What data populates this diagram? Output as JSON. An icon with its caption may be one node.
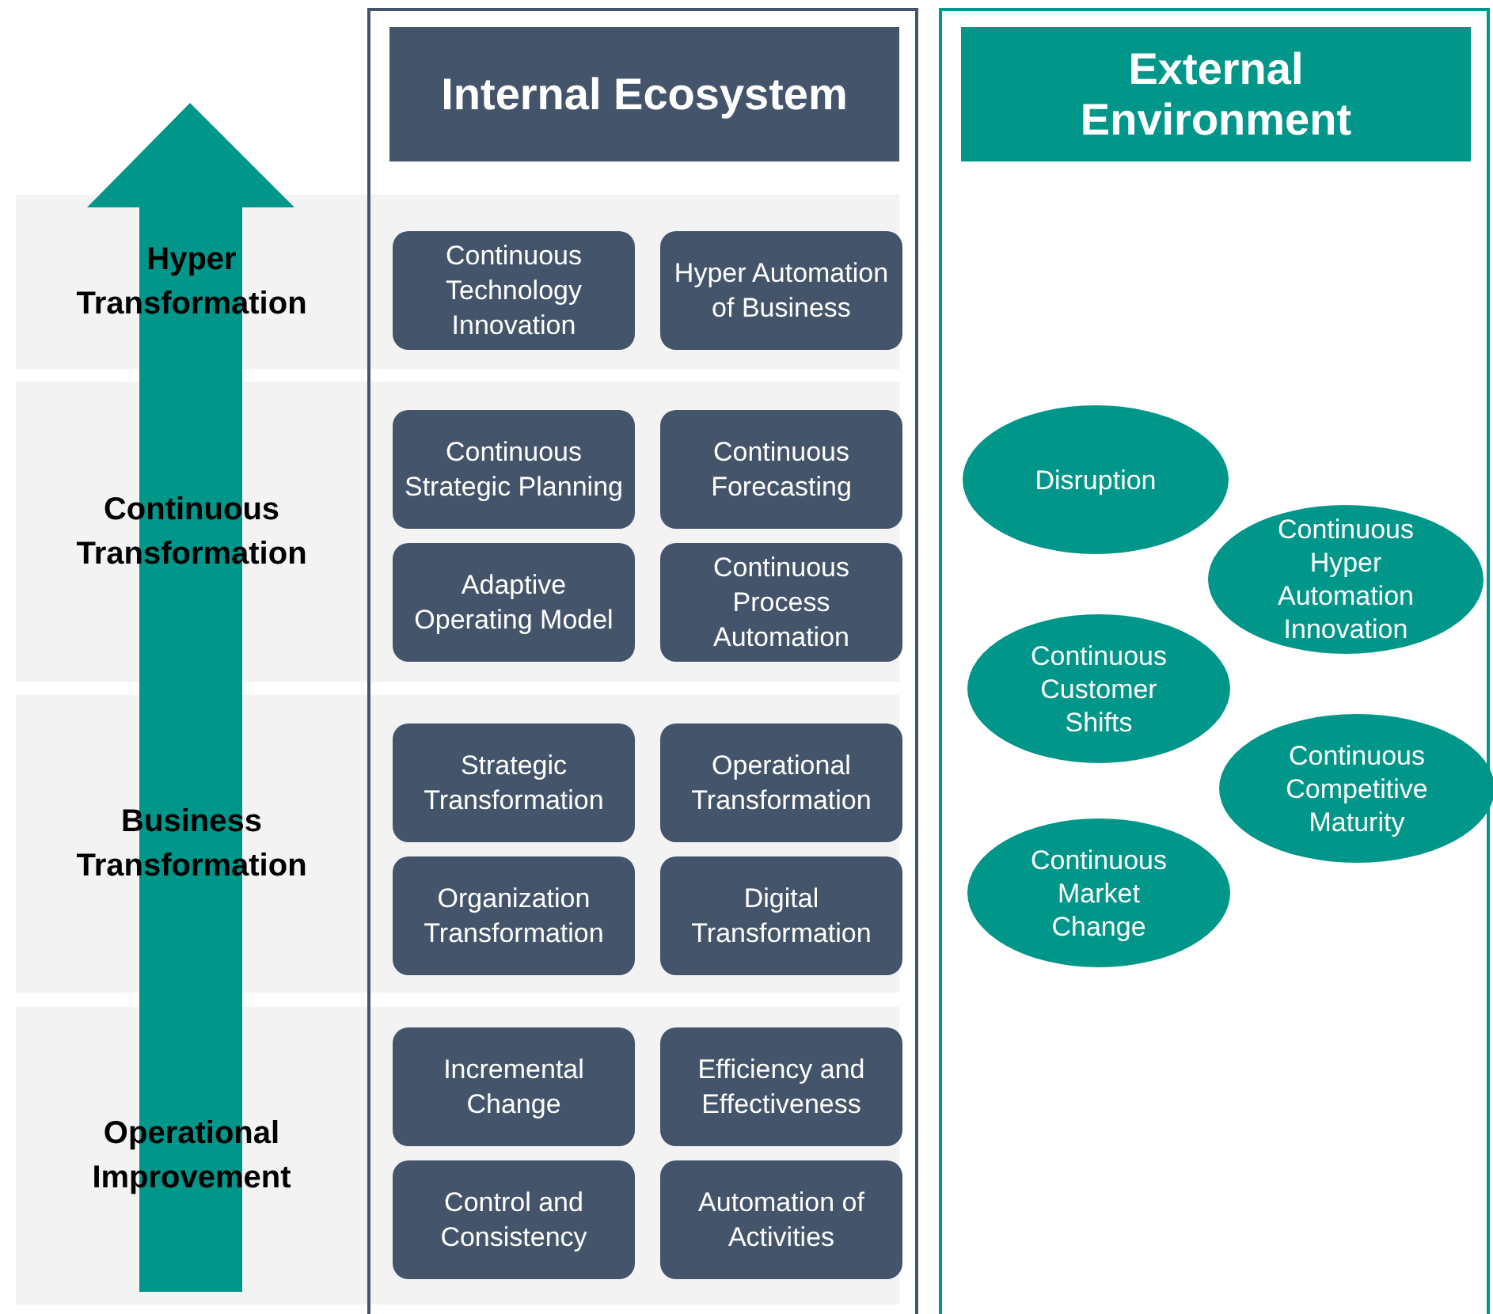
{
  "diagram": {
    "nodes": [
      {
        "text": [
          "Hyper Transformation"
        ]
      },
      {
        "text": [
          "Continuous Transformation"
        ]
      },
      {
        "text": [
          "Business Transformation"
        ]
      },
      {
        "text": [
          "Operational Improvement"
        ]
      },
      {
        "text": [
          "Internal Ecosystem"
        ]
      },
      {
        "text": [
          "Continuous Technology Innovation"
        ],
        "in": 4
      },
      {
        "text": [
          "Hyper Automation of Business"
        ],
        "in": 4
      },
      {
        "text": [
          "Continuous Strategic Planning"
        ],
        "in": 4
      },
      {
        "text": [
          "Continuous Forecasting"
        ],
        "in": 4
      },
      {
        "text": [
          "Adaptive Operating Model"
        ],
        "in": 4
      },
      {
        "text": [
          "Continuous Process Automation"
        ],
        "in": 4
      },
      {
        "text": [
          "Strategic Transformation"
        ],
        "in": 4
      },
      {
        "text": [
          "Operational Transformation"
        ],
        "in": 4
      },
      {
        "text": [
          "Organization Transformation"
        ],
        "in": 4
      },
      {
        "text": [
          "Digital Transformation"
        ],
        "in": 4
      },
      {
        "text": [
          "Incremental Change"
        ],
        "in": 4
      },
      {
        "text": [
          "Efficiency and Effectiveness"
        ],
        "in": 4
      },
      {
        "text": [
          "Control and Consistency"
        ],
        "in": 4
      },
      {
        "text": [
          "Automation of Activities"
        ],
        "in": 4
      },
      {
        "text": [
          "External Environment"
        ]
      },
      {
        "text": [
          "Disruption"
        ],
        "in": 19
      },
      {
        "text": [
          "Continuous Hyper Automation Innovation"
        ],
        "in": 19
      },
      {
        "text": [
          "Continuous Customer Shifts"
        ],
        "in": 19
      },
      {
        "text": [
          "Continuous Competitive Maturity"
        ],
        "in": 19
      },
      {
        "text": [
          "Continuous Market Change"
        ],
        "in": 19
      }
    ]
  }
}
